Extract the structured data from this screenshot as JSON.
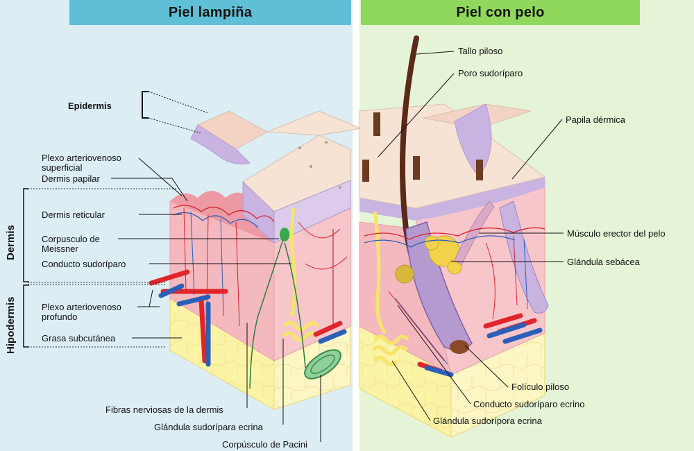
{
  "panels": {
    "left_title": "Piel lampiña",
    "right_title": "Piel con pelo"
  },
  "left_labels": {
    "epidermis": "Epidermis",
    "dermis": "Dermis",
    "hipodermis": "Hipodermis",
    "plexo_superficial_1": "Plexo arteriovenoso",
    "plexo_superficial_2": "superficial",
    "dermis_papilar": "Dermis papilar",
    "dermis_reticular": "Dermis reticular",
    "meissner_1": "Corpusculo de",
    "meissner_2": "Meissner",
    "conducto_sudoriparo": "Conducto sudoríparo",
    "plexo_profundo_1": "Plexo arteriovenoso",
    "plexo_profundo_2": "profundo",
    "grasa": "Grasa subcutánea",
    "fibras": "Fibras nerviosas de la dermis",
    "glandula_ecrina": "Glándula sudorípara ecrina",
    "pacini": "Corpúsculo de Pacini"
  },
  "right_labels": {
    "tallo": "Tallo piloso",
    "poro": "Poro sudoríparo",
    "papila": "Papila dérmica",
    "musculo": "Músculo erector del pelo",
    "sebacea": "Glándula sebácea",
    "foliculo": "Folículo piloso",
    "conducto_ecrino": "Conducto sudoríparo ecrino",
    "glandula_ecrina": "Glándula sudorípora ecrina"
  },
  "colors": {
    "left_bg": "#dcedf4",
    "right_bg": "#e5f3d6",
    "left_banner": "#5fbfd6",
    "right_banner": "#8fd85c",
    "epidermis": "#c9b3e0",
    "dermis": "#f4b9bf",
    "hipodermis": "#fbf3a6",
    "artery": "#e0262b",
    "vein": "#2b5fb8"
  }
}
